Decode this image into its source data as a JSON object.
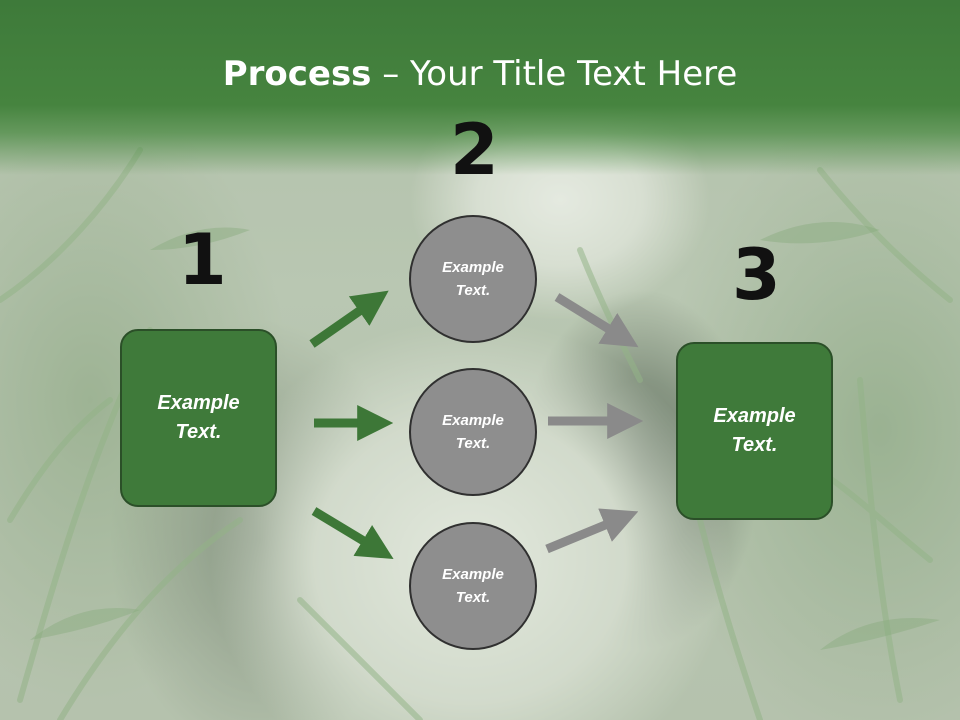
{
  "title": {
    "bold": "Process",
    "rest": " – Your Title Text Here"
  },
  "steps": {
    "one": "1",
    "two": "2",
    "three": "3"
  },
  "boxes": {
    "left": {
      "line1": "Example",
      "line2": "Text."
    },
    "right": {
      "line1": "Example",
      "line2": "Text."
    }
  },
  "circles": [
    {
      "line1": "Example",
      "line2": "Text."
    },
    {
      "line1": "Example",
      "line2": "Text."
    },
    {
      "line1": "Example",
      "line2": "Text."
    }
  ],
  "colors": {
    "header_green": "#3e7a3a",
    "box_green": "#3f7a3a",
    "arrow_green": "#3d7737",
    "circle_gray": "#8e8e8e",
    "arrow_gray": "#8a8a8a"
  }
}
